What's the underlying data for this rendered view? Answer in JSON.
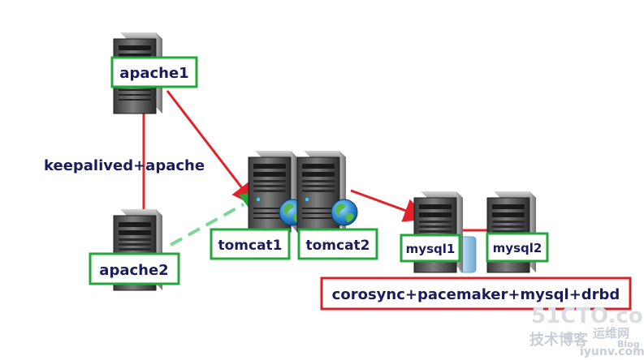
{
  "nodes": {
    "apache1": "apache1",
    "apache2": "apache2",
    "tomcat1": "tomcat1",
    "tomcat2": "tomcat2",
    "mysql1": "mysql1",
    "mysql2": "mysql2"
  },
  "captions": {
    "keepalived": "keepalived+apache",
    "cluster": "corosync+pacemaker+mysql+drbd"
  },
  "watermark": {
    "site": "51CTO.com",
    "sub": "技术博客",
    "yun": "运维网",
    "domain": "iyunv.com",
    "blog": "Blog"
  },
  "colors": {
    "box_green": "#22a83a",
    "box_red": "#d8202a",
    "arrow_red": "#e2222a",
    "line_red": "#dd2a30",
    "dashed_green": "#7fd49a"
  }
}
